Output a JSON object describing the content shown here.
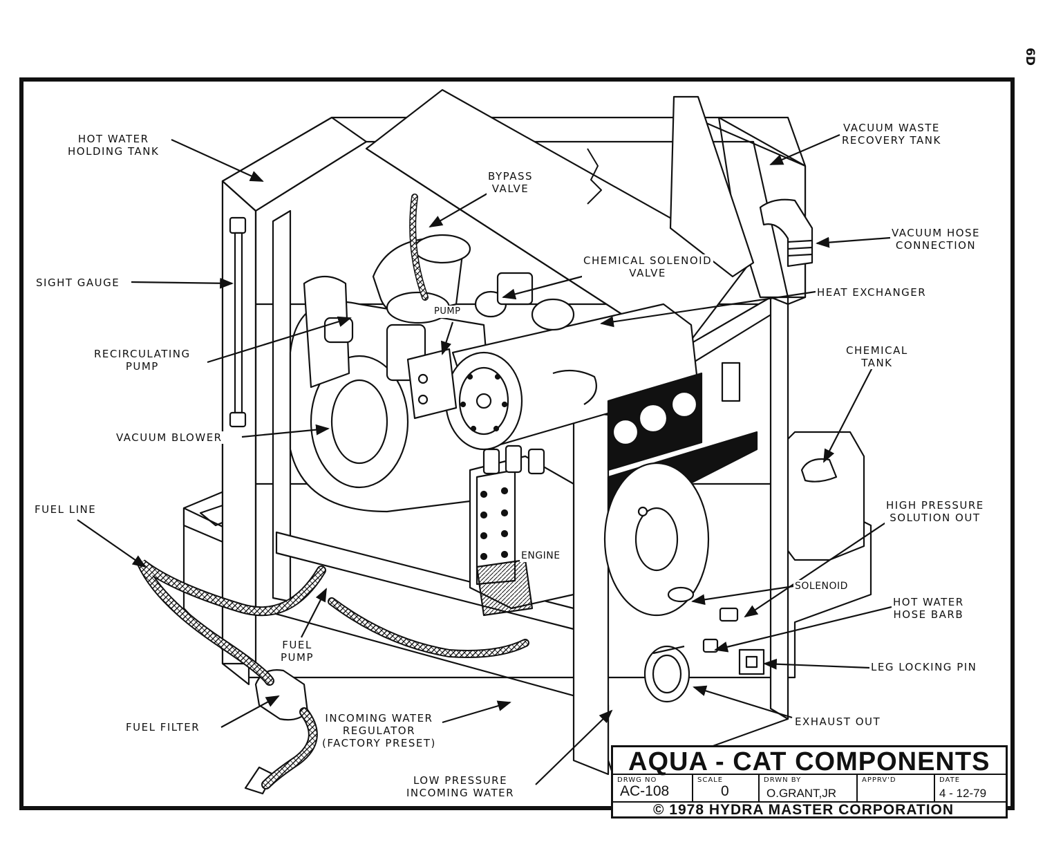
{
  "page_tag": "6D",
  "labels": {
    "hot_water_holding_tank": "HOT WATER\nHOLDING TANK",
    "bypass_valve": "BYPASS\nVALVE",
    "vacuum_waste_recovery_tank": "VACUUM WASTE\nRECOVERY TANK",
    "vacuum_hose_connection": "VACUUM HOSE\nCONNECTION",
    "sight_gauge": "SIGHT GAUGE",
    "chemical_solenoid_valve": "CHEMICAL SOLENOID\nVALVE",
    "heat_exchanger": "HEAT EXCHANGER",
    "pump": "PUMP",
    "recirculating_pump": "RECIRCULATING\nPUMP",
    "chemical_tank": "CHEMICAL\nTANK",
    "vacuum_blower": "VACUUM BLOWER",
    "fuel_line": "FUEL LINE",
    "high_pressure_solution_out": "HIGH PRESSURE\nSOLUTION OUT",
    "engine": "ENGINE",
    "solenoid": "SOLENOID",
    "hot_water_hose_barb": "HOT WATER\nHOSE BARB",
    "fuel_pump": "FUEL\nPUMP",
    "leg_locking_pin": "LEG LOCKING PIN",
    "fuel_filter": "FUEL FILTER",
    "incoming_water_regulator": "INCOMING WATER\nREGULATOR\n(FACTORY PRESET)",
    "exhaust_out": "EXHAUST OUT",
    "low_pressure_incoming_water": "LOW PRESSURE\nINCOMING WATER"
  },
  "title_block": {
    "title": "AQUA - CAT COMPONENTS",
    "drawing_no_caption": "DRWG NO",
    "drawing_no": "AC-108",
    "scale_caption": "SCALE",
    "scale": "0",
    "drawn_by_caption": "DRWN BY",
    "drawn_by": "O.GRANT,JR",
    "approved_caption": "APPRV'D",
    "approved": "",
    "date_caption": "DATE",
    "date": "4 - 12-79",
    "copyright": "© 1978   HYDRA MASTER CORPORATION"
  }
}
